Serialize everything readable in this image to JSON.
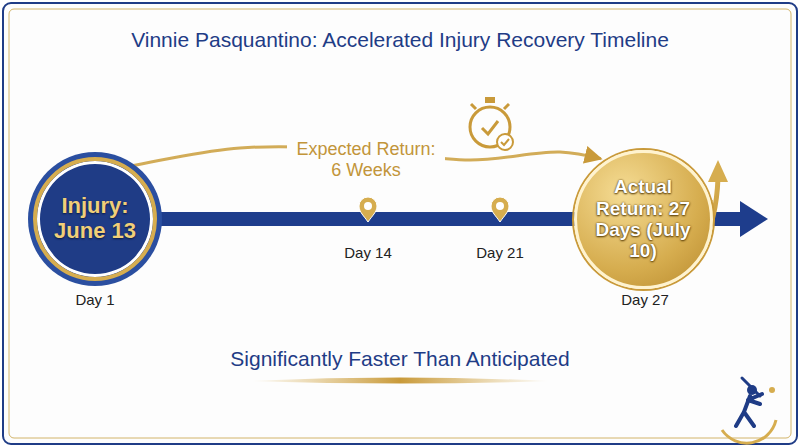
{
  "diagram": {
    "title": "Vinnie Pasquantino: Accelerated Injury Recovery Timeline",
    "caption": "Significantly Faster Than Anticipated",
    "nodes": [
      {
        "text": [
          "Injury: June 13"
        ]
      },
      {
        "text": [
          "Actual Return: 27 Days (July 10)"
        ]
      }
    ],
    "edges": [
      {
        "from": 0,
        "to": 1,
        "arrow": "to",
        "label": "Expected Return: 6 Weeks"
      }
    ],
    "labels": [
      "Day 1",
      "Day 14",
      "Day 21",
      "Day 27"
    ]
  }
}
